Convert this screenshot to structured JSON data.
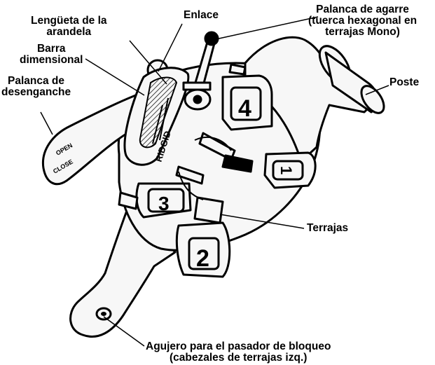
{
  "labels": {
    "lengueta": [
      "Lengüeta de la",
      "arandela"
    ],
    "enlace": "Enlace",
    "palanca_agarre": [
      "Palanca de agarre",
      "(tuerca hexagonal en",
      "terrajas Mono)"
    ],
    "barra": [
      "Barra",
      "dimensional"
    ],
    "palanca_desenganche": [
      "Palanca de",
      "desenganche"
    ],
    "poste": "Poste",
    "terrajas": "Terrajas",
    "agujero": [
      "Agujero para el pasador de bloqueo",
      "(cabezales de terrajas izq.)"
    ]
  },
  "engraving": {
    "open": "OPEN",
    "close": "CLOSE",
    "ridgid": "RIDGID",
    "die_4": "4",
    "die_3": "3",
    "die_2": "2",
    "die_1": "1"
  },
  "colors": {
    "ink": "#000000",
    "paper": "#ffffff",
    "body_fill": "#f7f7f7",
    "shadow": "#cfcfcf"
  }
}
